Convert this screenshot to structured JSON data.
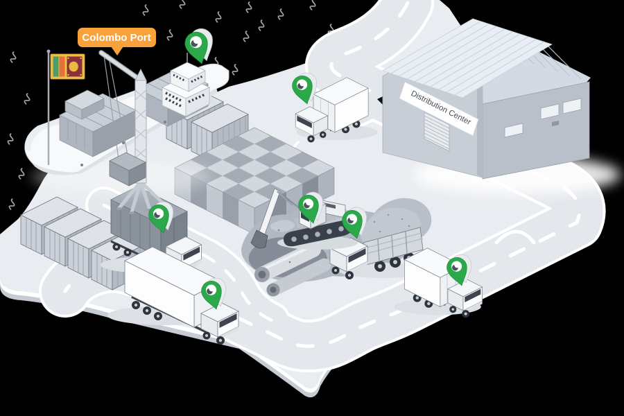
{
  "badge": {
    "label": "Colombo Port"
  },
  "building": {
    "label": "Distribution Center"
  },
  "flag": {
    "country": "Sri Lanka"
  },
  "tracking": {
    "pin_icon": "location-pin-icon",
    "pin_color": "#2BA84A",
    "pin_count": 7,
    "tracked_assets": [
      "container-ship",
      "box-truck-north",
      "container-semi-truck",
      "semi-trailer-truck",
      "excavator",
      "dump-truck",
      "box-truck-south"
    ]
  },
  "palette": {
    "background": "#000000",
    "ground": "#E9ECF0",
    "ground_side": "#C7CCD4",
    "road": "#E4E8EC",
    "road_marking": "#FFFFFF",
    "badge_orange": "#F9A23C",
    "pin_green": "#2BA84A",
    "container_dark": "#9AA1AB",
    "container_light": "#D5DAE0",
    "water_mark": "#A0A7B0"
  }
}
